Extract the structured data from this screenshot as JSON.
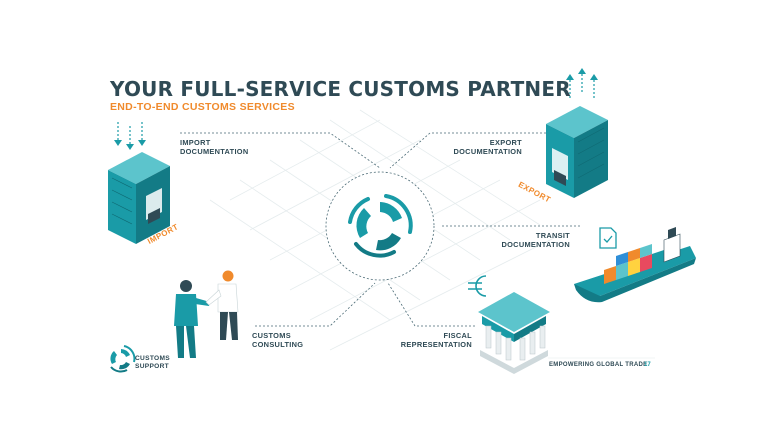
{
  "slide": {
    "title": "YOUR FULL-SERVICE CUSTOMS PARTNER",
    "subtitle": "END-TO-END CUSTOMS SERVICES"
  },
  "services": {
    "import_doc": {
      "line1": "IMPORT",
      "line2": "DOCUMENTATION"
    },
    "export_doc": {
      "line1": "EXPORT",
      "line2": "DOCUMENTATION"
    },
    "transit_doc": {
      "line1": "TRANSIT",
      "line2": "DOCUMENTATION"
    },
    "consulting": {
      "line1": "CUSTOMS",
      "line2": "CONSULTING"
    },
    "fiscal": {
      "line1": "FISCAL",
      "line2": "REPRESENTATION"
    }
  },
  "tags": {
    "import": "IMPORT",
    "export": "EXPORT"
  },
  "brand": {
    "line1": "CUSTOMS",
    "line2": "SUPPORT"
  },
  "footer": {
    "tagline": "EMPOWERING GLOBAL TRADE",
    "page": "17"
  },
  "icons": {
    "import_machine": "kiosk-icon",
    "export_machine": "kiosk-icon",
    "handshake": "handshake-people-icon",
    "bank": "bank-building-icon",
    "euro": "euro-icon",
    "ship": "container-ship-icon",
    "document": "document-check-icon",
    "logo": "swirl-logo-icon"
  },
  "colors": {
    "teal": "#1a9ba7",
    "teal_dark": "#137b86",
    "orange": "#f08a2c",
    "navy": "#2f4a55"
  }
}
